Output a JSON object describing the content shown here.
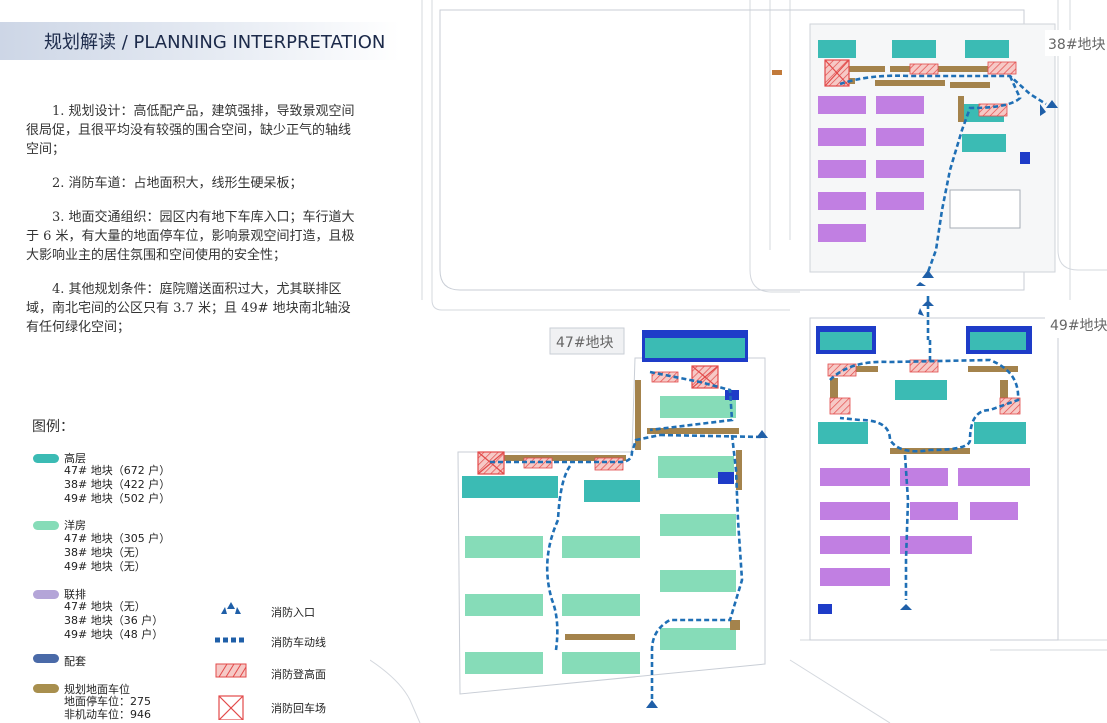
{
  "header": {
    "title": "规划解读 / PLANNING INTERPRETATION"
  },
  "notes": [
    "1. 规划设计：高低配产品，建筑强排，导致景观空间很局促，且很平均没有较强的围合空间，缺少正气的轴线空间；",
    "2. 消防车道：占地面积大，线形生硬呆板；",
    "3. 地面交通组织：园区内有地下车库入口；车行道大于 6 米，有大量的地面停车位，影响景观空间打造，且极大影响业主的居住氛围和空间使用的安全性；",
    "4. 其他规划条件：庭院赠送面积过大，尤其联排区域，南北宅间的公区只有 3.7 米；且 49# 地块南北轴没有任何绿化空间；"
  ],
  "legend": {
    "title": "图例：",
    "items": [
      {
        "label": "高层",
        "color": "#3bbbb4",
        "lines": [
          "47# 地块（672 户）",
          "38# 地块（422 户）",
          "49# 地块（502 户）"
        ]
      },
      {
        "label": "洋房",
        "color": "#86dcb8",
        "lines": [
          "47# 地块（305 户）",
          "38# 地块（无）",
          "49# 地块（无）"
        ]
      },
      {
        "label": "联排",
        "color": "#b4a5d8",
        "lines": [
          "47# 地块（无）",
          "38# 地块（36 户）",
          "49# 地块（48 户）"
        ]
      },
      {
        "label": "配套",
        "color": "#4a6aa8",
        "lines": []
      },
      {
        "label": "规划地面车位",
        "color": "#a88f4e",
        "lines": [
          "地面停车位：275",
          "非机动车位：946"
        ]
      }
    ],
    "symbols": [
      {
        "label": "消防入口",
        "icon": "fire-entrance-icon"
      },
      {
        "label": "消防车动线",
        "icon": "fire-lane-icon"
      },
      {
        "label": "消防登高面",
        "icon": "fire-climbing-area-icon"
      },
      {
        "label": "消防回车场",
        "icon": "fire-turnaround-icon"
      }
    ]
  },
  "plots": {
    "p38": "38#地块",
    "p47": "47#地块",
    "p49": "49#地块"
  },
  "colors": {
    "highrise": "#3bbbb4",
    "villa": "#86dcb8",
    "townhouse": "#c17fe2",
    "facility": "#1e3cc8",
    "parking": "#a4834c",
    "fireline": "#1f6fb5"
  }
}
